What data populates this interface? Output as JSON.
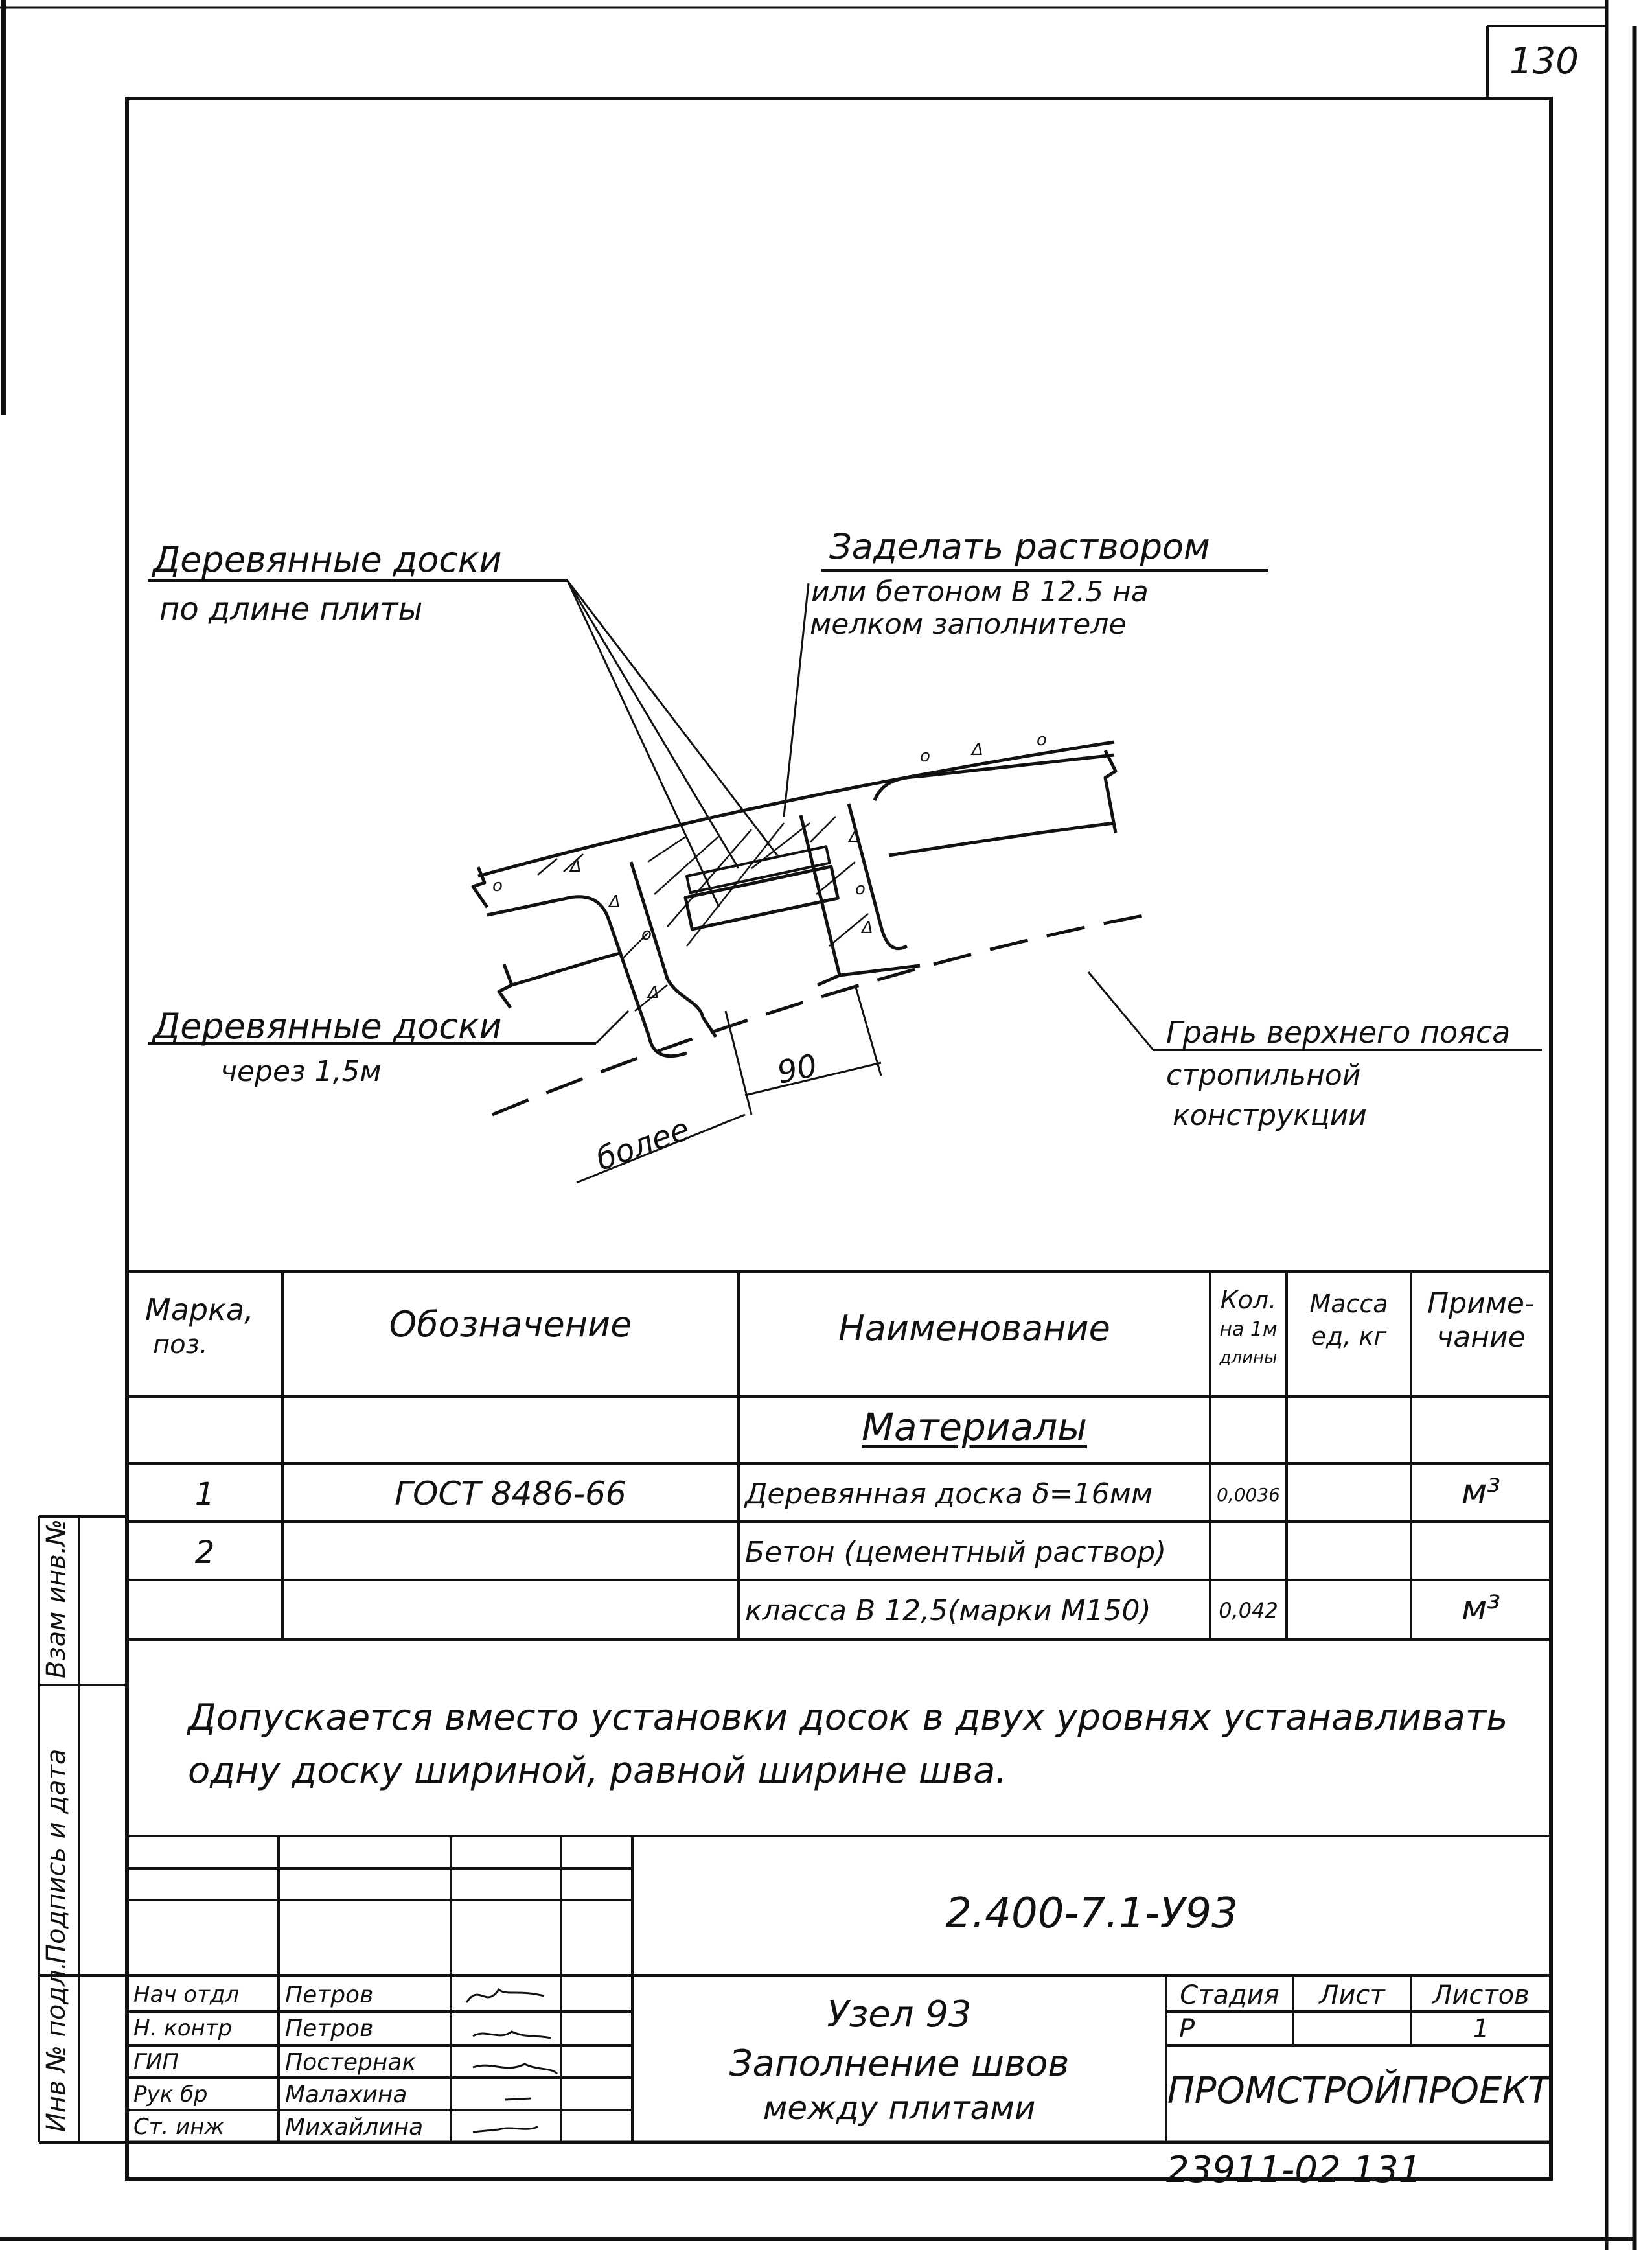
{
  "sheet_number": "130",
  "drawing_labels": {
    "boards_top_line1": "Деревянные доски",
    "boards_top_line2": "по длине плиты",
    "seal_line1": "Заделать раствором",
    "seal_line2": "или бетоном В 12.5 на",
    "seal_line3": "мелком заполнителе",
    "boards_bottom_line1": "Деревянные доски",
    "boards_bottom_line2": "через 1,5м",
    "edge_line1": "Грань верхнего пояса",
    "edge_line2": "стропильной",
    "edge_line3": "конструкции",
    "dim_90": "90",
    "more": "более"
  },
  "spec_table": {
    "headers": {
      "mark": "Марка,",
      "mark2": "поз.",
      "designation": "Обозначение",
      "name": "Наименование",
      "qty1": "Кол.",
      "qty2": "на 1м",
      "qty3": "длины",
      "mass1": "Масса",
      "mass2": "ед, кг",
      "note1": "Приме-",
      "note2": "чание"
    },
    "section": "Материалы",
    "rows": [
      {
        "mark": "1",
        "designation": "ГОСТ 8486-66",
        "name": "Деревянная доска δ=16мм",
        "qty": "0,0036",
        "mass": "",
        "note": "м³"
      },
      {
        "mark": "2",
        "designation": "",
        "name": "Бетон (цементный раствор)",
        "qty": "",
        "mass": "",
        "note": ""
      },
      {
        "mark": "",
        "designation": "",
        "name": "класса В 12,5(марки М150)",
        "qty": "0,042",
        "mass": "",
        "note": "м³"
      }
    ]
  },
  "note_text_line1": "Допускается вместо установки досок в двух уровнях устанавливать",
  "note_text_line2": "одну доску шириной, равной ширине шва.",
  "title_block": {
    "doc_code": "2.400-7.1-У93",
    "title_line1": "Узел 93",
    "title_line2": "Заполнение швов",
    "title_line3": "между плитами",
    "stage_label": "Стадия",
    "sheet_label": "Лист",
    "sheets_label": "Листов",
    "stage_value": "Р",
    "sheets_value": "1",
    "org": "ПРОМСТРОЙПРОЕКТ",
    "roles": [
      {
        "role": "Нач отдл",
        "name": "Петров"
      },
      {
        "role": "Н. контр",
        "name": "Петров"
      },
      {
        "role": "ГИП",
        "name": "Постернак"
      },
      {
        "role": "Рук бр",
        "name": "Малахина"
      },
      {
        "role": "Ст. инж",
        "name": "Михайлина"
      }
    ]
  },
  "side_stamp": {
    "inv_orig": "Инв № подл.",
    "sign_date": "Подпись и дата",
    "replace_inv": "Взам инв.№"
  },
  "footer_code": "23911-02  131"
}
